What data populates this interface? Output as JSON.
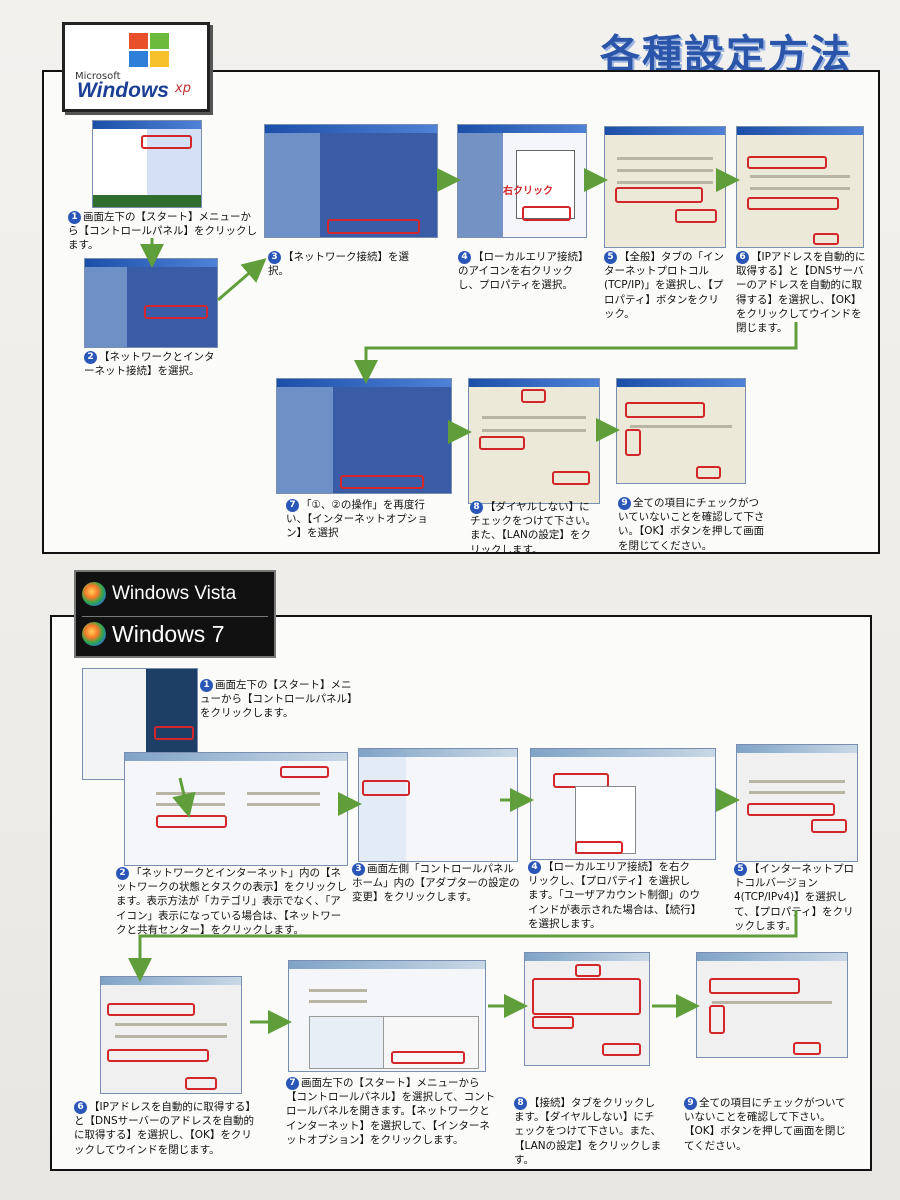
{
  "title": "各種設定方法",
  "xp_logo": {
    "microsoft": "Microsoft",
    "windows": "Windows",
    "version": "xp"
  },
  "v7_logo": {
    "vista": "Windows Vista",
    "seven": "Windows 7"
  },
  "annotation_right_click": "右クリック",
  "xp_steps": [
    {
      "n": "1",
      "text": "画面左下の【スタート】メニューから【コントロールパネル】をクリックします。"
    },
    {
      "n": "2",
      "text": "【ネットワークとインターネット接続】を選択。"
    },
    {
      "n": "3",
      "text": "【ネットワーク接続】を選択。"
    },
    {
      "n": "4",
      "text": "【ローカルエリア接続】のアイコンを右クリックし、プロパティを選択。"
    },
    {
      "n": "5",
      "text": "【全般】タブの「インターネットプロトコル(TCP/IP)」を選択し、【プロパティ】ボタンをクリック。"
    },
    {
      "n": "6",
      "text": "【IPアドレスを自動的に取得する】と【DNSサーバーのアドレスを自動的に取得する】を選択し、【OK】をクリックしてウインドを閉じます。"
    },
    {
      "n": "7",
      "text": "「①、②の操作」を再度行い、【インターネットオプション】を選択"
    },
    {
      "n": "8",
      "text": "【ダイヤルしない】にチェックをつけて下さい。また、【LANの設定】をクリックします。"
    },
    {
      "n": "9",
      "text": "全ての項目にチェックがついていないことを確認して下さい。【OK】ボタンを押して画面を閉じてください。"
    }
  ],
  "v7_steps": [
    {
      "n": "1",
      "text": "画面左下の【スタート】メニューから【コントロールパネル】をクリックします。"
    },
    {
      "n": "2",
      "text": "「ネットワークとインターネット」内の【ネットワークの状態とタスクの表示】をクリックします。表示方法が「カテゴリ」表示でなく、「アイコン」表示になっている場合は、【ネットワークと共有センター】をクリックします。"
    },
    {
      "n": "3",
      "text": "画面左側「コントロールパネルホーム」内の【アダプターの設定の変更】をクリックします。"
    },
    {
      "n": "4",
      "text": "【ローカルエリア接続】を右クリックし、【プロパティ】を選択します。「ユーザアカウント制御」のウインドが表示された場合は、【続行】を選択します。"
    },
    {
      "n": "5",
      "text": "【インターネットプロトコルバージョン4(TCP/IPv4)】を選択して、【プロパティ】をクリックします。"
    },
    {
      "n": "6",
      "text": "【IPアドレスを自動的に取得する】と【DNSサーバーのアドレスを自動的に取得する】を選択し、【OK】をクリックしてウインドを閉じます。"
    },
    {
      "n": "7",
      "text": "画面左下の【スタート】メニューから【コントロールパネル】を選択して、コントロールパネルを開きます。【ネットワークとインターネット】を選択して、【インターネットオプション】をクリックします。"
    },
    {
      "n": "8",
      "text": "【接続】タブをクリックします。【ダイヤルしない】にチェックをつけて下さい。また、【LANの設定】をクリックします。"
    },
    {
      "n": "9",
      "text": "全ての項目にチェックがついていないことを確認して下さい。【OK】ボタンを押して画面を閉じてください。"
    }
  ],
  "colors": {
    "accent": "#2a56b8",
    "arrow": "#5f9e3a",
    "highlight": "#d2262a",
    "title": "#2a55a8"
  }
}
